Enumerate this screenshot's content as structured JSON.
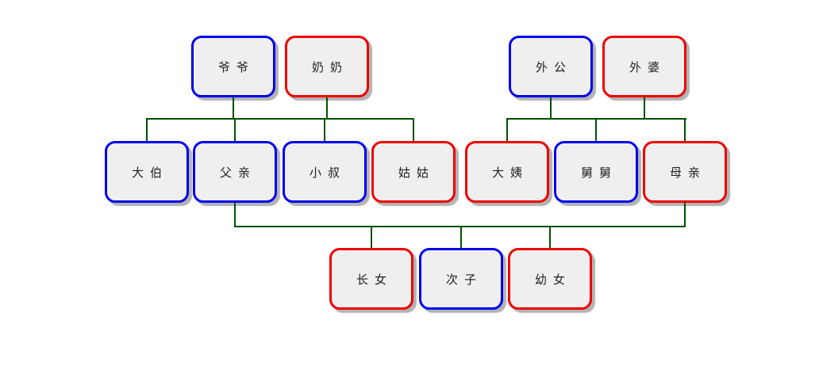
{
  "diagram": {
    "type": "family-tree",
    "language": "zh-CN",
    "colors": {
      "male_border": "#0000ee",
      "female_border": "#ee0000",
      "node_fill": "#efefef",
      "connector": "#005000",
      "shadow": "#b3b3b3",
      "background": "#ffffff"
    },
    "nodes": [
      {
        "id": "paternal-grandfather",
        "label": "爷爷",
        "gender": "male",
        "generation": 1
      },
      {
        "id": "paternal-grandmother",
        "label": "奶奶",
        "gender": "female",
        "generation": 1
      },
      {
        "id": "maternal-grandfather",
        "label": "外公",
        "gender": "male",
        "generation": 1
      },
      {
        "id": "maternal-grandmother",
        "label": "外婆",
        "gender": "female",
        "generation": 1
      },
      {
        "id": "eldest-paternal-uncle",
        "label": "大伯",
        "gender": "male",
        "generation": 2
      },
      {
        "id": "father",
        "label": "父亲",
        "gender": "male",
        "generation": 2
      },
      {
        "id": "younger-paternal-uncle",
        "label": "小叔",
        "gender": "male",
        "generation": 2
      },
      {
        "id": "paternal-aunt",
        "label": "姑姑",
        "gender": "female",
        "generation": 2
      },
      {
        "id": "maternal-aunt",
        "label": "大姨",
        "gender": "female",
        "generation": 2
      },
      {
        "id": "maternal-uncle",
        "label": "舅舅",
        "gender": "male",
        "generation": 2
      },
      {
        "id": "mother",
        "label": "母亲",
        "gender": "female",
        "generation": 2
      },
      {
        "id": "eldest-daughter",
        "label": "长女",
        "gender": "female",
        "generation": 3
      },
      {
        "id": "second-son",
        "label": "次子",
        "gender": "male",
        "generation": 3
      },
      {
        "id": "youngest-daughter",
        "label": "幼女",
        "gender": "female",
        "generation": 3
      }
    ],
    "families": [
      {
        "parents": [
          "paternal-grandfather",
          "paternal-grandmother"
        ],
        "children": [
          "eldest-paternal-uncle",
          "father",
          "younger-paternal-uncle",
          "paternal-aunt"
        ]
      },
      {
        "parents": [
          "maternal-grandfather",
          "maternal-grandmother"
        ],
        "children": [
          "maternal-aunt",
          "maternal-uncle",
          "mother"
        ]
      },
      {
        "parents": [
          "father",
          "mother"
        ],
        "children": [
          "eldest-daughter",
          "second-son",
          "youngest-daughter"
        ]
      }
    ]
  }
}
